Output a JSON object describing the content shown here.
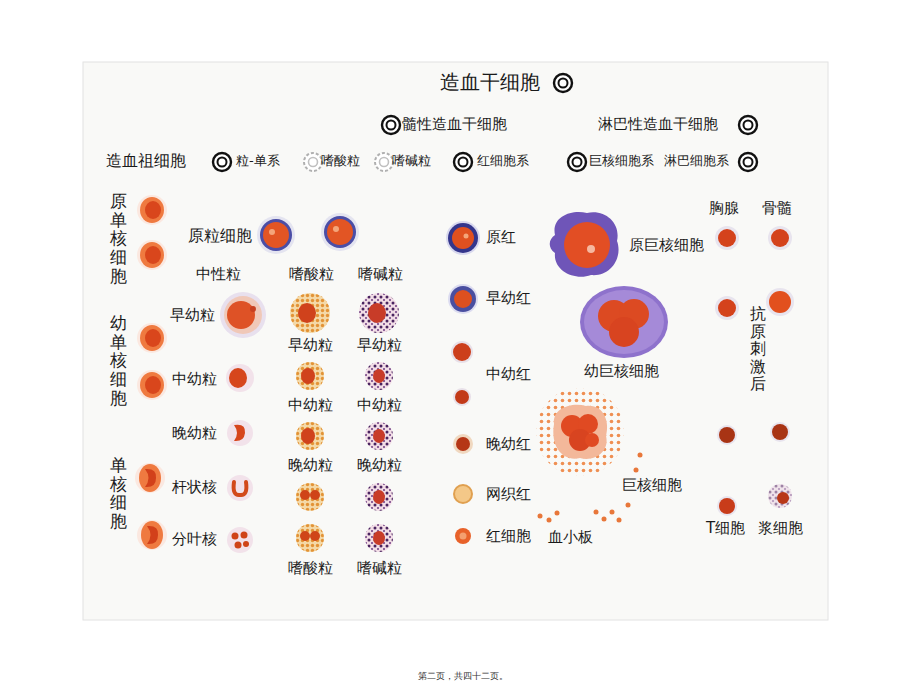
{
  "diagram": {
    "nodes": [
      {
        "text": [
          "造血干细胞"
        ]
      },
      {
        "text": [
          "髓性造血干细胞"
        ]
      },
      {
        "text": [
          "淋巴性造血干细胞"
        ]
      },
      {
        "text": [
          "粒-单系"
        ]
      },
      {
        "text": [
          "嗜酸粒"
        ]
      },
      {
        "text": [
          "嗜碱粒"
        ]
      },
      {
        "text": [
          "红细胞系"
        ]
      },
      {
        "text": [
          "巨核细胞系"
        ]
      },
      {
        "text": [
          "淋巴细胞系"
        ]
      },
      {
        "text": [
          "原单核细胞"
        ]
      },
      {
        "text": [
          "幼单核细胞"
        ]
      },
      {
        "text": [
          "单核细胞"
        ]
      },
      {
        "text": [
          "原粒细胞"
        ]
      },
      {
        "text": [
          "早幼粒"
        ]
      },
      {
        "text": [
          "中幼粒"
        ]
      },
      {
        "text": [
          "晚幼粒"
        ]
      },
      {
        "text": [
          "杆状核"
        ]
      },
      {
        "text": [
          "分叶核"
        ]
      },
      {
        "text": [
          "早幼粒"
        ]
      },
      {
        "text": [
          "中幼粒"
        ]
      },
      {
        "text": [
          "晚幼粒"
        ]
      },
      {
        "text": [
          "嗜酸粒"
        ]
      },
      {
        "text": [
          "早幼粒"
        ]
      },
      {
        "text": [
          "中幼粒"
        ]
      },
      {
        "text": [
          "晚幼粒"
        ]
      },
      {
        "text": [
          "嗜碱粒"
        ]
      },
      {
        "text": [
          "原红"
        ]
      },
      {
        "text": [
          "早幼红"
        ]
      },
      {
        "text": [
          "中幼红"
        ]
      },
      {
        "text": [
          "晚幼红"
        ]
      },
      {
        "text": [
          "网织红"
        ]
      },
      {
        "text": [
          "红细胞"
        ]
      },
      {
        "text": [
          "原巨核细胞"
        ]
      },
      {
        "text": [
          "幼巨核细胞"
        ]
      },
      {
        "text": [
          "巨核细胞"
        ]
      },
      {
        "text": [
          "血小板"
        ]
      },
      {
        "text": [
          "胸腺"
        ]
      },
      {
        "text": [
          "骨髓"
        ]
      },
      {
        "text": [
          "T细胞"
        ]
      },
      {
        "text": [
          "浆细胞"
        ]
      }
    ],
    "edges": [
      {
        "from": 0,
        "to": 1,
        "arrow": "none"
      },
      {
        "from": 0,
        "to": 2,
        "arrow": "none"
      },
      {
        "from": 1,
        "to": 3,
        "arrow": "none"
      },
      {
        "from": 1,
        "to": 4,
        "arrow": "none"
      },
      {
        "from": 1,
        "to": 5,
        "arrow": "none"
      },
      {
        "from": 1,
        "to": 6,
        "arrow": "none"
      },
      {
        "from": 1,
        "to": 7,
        "arrow": "none"
      },
      {
        "from": 2,
        "to": 8,
        "arrow": "none"
      },
      {
        "from": 3,
        "to": 9,
        "arrow": "none"
      },
      {
        "from": 3,
        "to": 12,
        "arrow": "none"
      },
      {
        "from": 9,
        "to": 10,
        "arrow": "none"
      },
      {
        "from": 10,
        "to": 11,
        "arrow": "none"
      },
      {
        "from": 12,
        "to": 13,
        "arrow": "to"
      },
      {
        "from": 13,
        "to": 14,
        "arrow": "to"
      },
      {
        "from": 14,
        "to": 15,
        "arrow": "to"
      },
      {
        "from": 15,
        "to": 16,
        "arrow": "to"
      },
      {
        "from": 16,
        "to": 17,
        "arrow": "to"
      },
      {
        "from": 4,
        "to": 18,
        "arrow": "to"
      },
      {
        "from": 5,
        "to": 22,
        "arrow": "to"
      },
      {
        "from": 6,
        "to": 26,
        "arrow": "to"
      },
      {
        "from": 26,
        "to": 27,
        "arrow": "to"
      },
      {
        "from": 27,
        "to": 28,
        "arrow": "to"
      },
      {
        "from": 28,
        "to": 29,
        "arrow": "to"
      },
      {
        "from": 29,
        "to": 30,
        "arrow": "to"
      },
      {
        "from": 30,
        "to": 31,
        "arrow": "to"
      },
      {
        "from": 7,
        "to": 32,
        "arrow": "none"
      },
      {
        "from": 8,
        "to": 36,
        "arrow": "none"
      },
      {
        "from": 8,
        "to": 37,
        "arrow": "none"
      },
      {
        "from": 36,
        "to": 38,
        "arrow": "to"
      },
      {
        "from": 37,
        "to": 39,
        "arrow": "to"
      }
    ],
    "labels": [
      "造血祖细胞",
      "中性粒",
      "嗜酸粒",
      "嗜碱粒",
      "抗原刺激后",
      "第二页，共四十二页。"
    ]
  }
}
